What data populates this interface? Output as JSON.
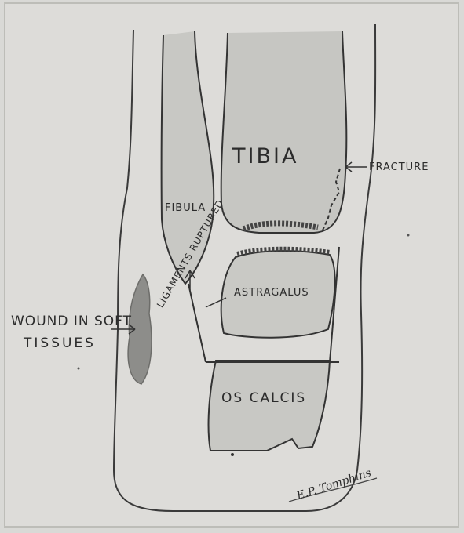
{
  "labels": {
    "tibia": "TIBIA",
    "fibula": "FIBULA",
    "astragalus": "ASTRAGALUS",
    "os_calcis": "OS CALCIS",
    "fracture": "FRACTURE",
    "wound_line1": "WOUND IN SOFT",
    "wound_line2": "TISSUES",
    "ligaments": "LIGAMENTS RUPTURED",
    "signature": "E.P. Tomphins"
  }
}
